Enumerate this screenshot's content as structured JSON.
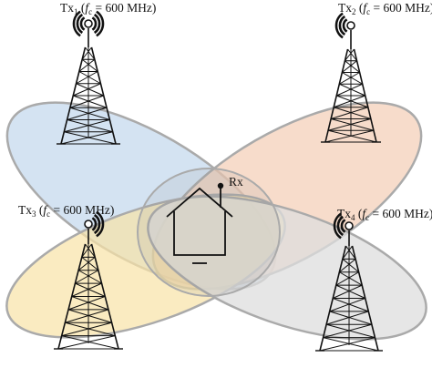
{
  "transmitters": [
    {
      "id": "tx1",
      "name": "Tx",
      "index": "1",
      "fc_symbol": "f",
      "fc_sub": "c",
      "freq": "= 600 MHz"
    },
    {
      "id": "tx2",
      "name": "Tx",
      "index": "2",
      "fc_symbol": "f",
      "fc_sub": "c",
      "freq": "= 600 MHz"
    },
    {
      "id": "tx3",
      "name": "Tx",
      "index": "3",
      "fc_symbol": "f",
      "fc_sub": "c",
      "freq": "= 600 MHz"
    },
    {
      "id": "tx4",
      "name": "Tx",
      "index": "4",
      "fc_symbol": "f",
      "fc_sub": "c",
      "freq": "= 600 MHz"
    }
  ],
  "receiver": {
    "label": "Rx"
  },
  "colors": {
    "coverage_tx1": "#c5d9ee",
    "coverage_tx2": "#f3cdb5",
    "coverage_tx3": "#f8e3a7",
    "coverage_tx4": "#dedede",
    "ellipse_stroke": "#aaaaaa",
    "line": "#111111"
  },
  "icons": {
    "transmitter": "cell-tower-icon",
    "receiver": "house-icon"
  }
}
